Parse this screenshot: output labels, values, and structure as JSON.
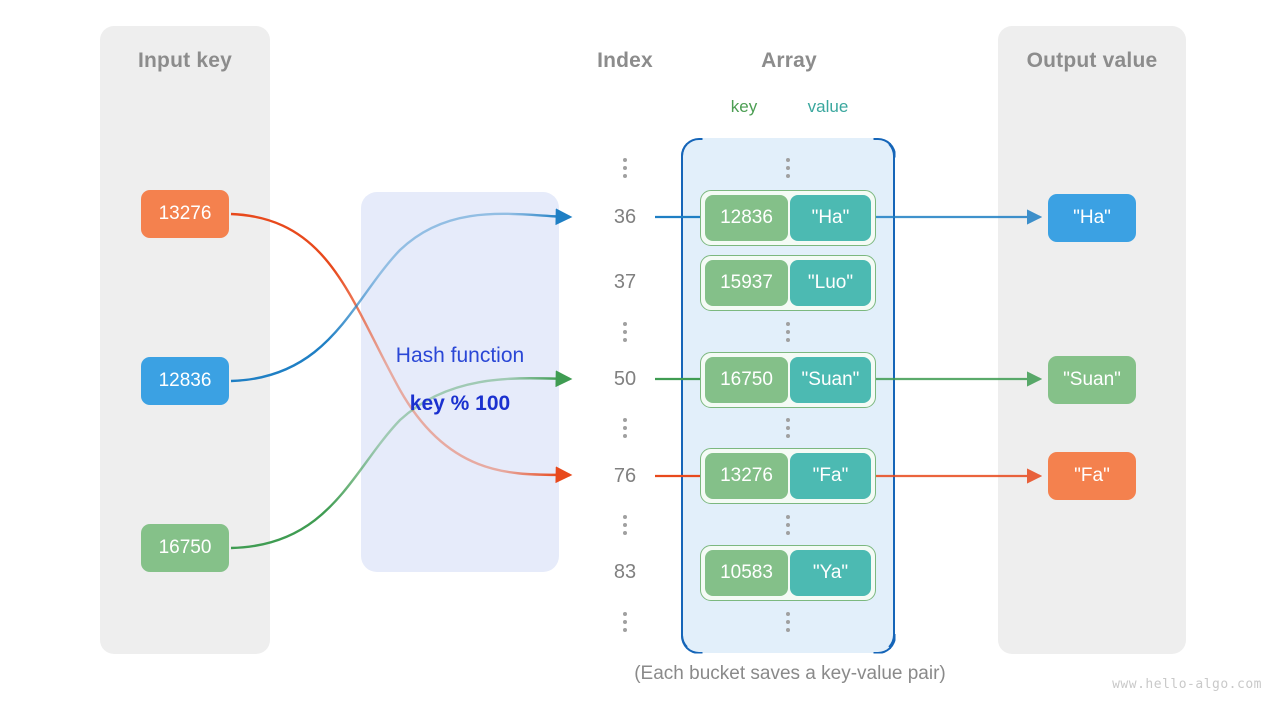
{
  "columns": {
    "input_title": "Input key",
    "index_title": "Index",
    "array_title": "Array",
    "output_title": "Output value",
    "key_label": "key",
    "value_label": "value"
  },
  "hash": {
    "name": "Hash function",
    "formula": "key % 100"
  },
  "input_keys": [
    {
      "text": "13276",
      "color": "#f4814e"
    },
    {
      "text": "12836",
      "color": "#3ba1e3"
    },
    {
      "text": "16750",
      "color": "#85c189"
    }
  ],
  "indices": [
    {
      "text": "⋮"
    },
    {
      "text": "36"
    },
    {
      "text": "37"
    },
    {
      "text": "⋮"
    },
    {
      "text": "50"
    },
    {
      "text": "⋮"
    },
    {
      "text": "76"
    },
    {
      "text": "⋮"
    },
    {
      "text": "83"
    },
    {
      "text": "⋮"
    }
  ],
  "buckets": [
    {
      "index": "36",
      "key": "12836",
      "value": "\"Ha\""
    },
    {
      "index": "37",
      "key": "15937",
      "value": "\"Luo\""
    },
    {
      "index": "50",
      "key": "16750",
      "value": "\"Suan\""
    },
    {
      "index": "76",
      "key": "13276",
      "value": "\"Fa\""
    },
    {
      "index": "83",
      "key": "10583",
      "value": "\"Ya\""
    }
  ],
  "output_values": [
    {
      "text": "\"Ha\"",
      "color": "#3ba1e3"
    },
    {
      "text": "\"Suan\"",
      "color": "#85c189"
    },
    {
      "text": "\"Fa\"",
      "color": "#f4814e"
    }
  ],
  "footer": {
    "caption": "(Each bucket saves a key-value pair)",
    "watermark": "www.hello-algo.com"
  },
  "colors": {
    "panel_bg": "#eeeeee",
    "hash_bg": "#e6ebfa",
    "hash_text": "#2a47d6",
    "array_bg": "#e2effa",
    "array_border": "#1565b8",
    "bucket_key": "#84c089",
    "bucket_value": "#4cbab2",
    "wire_blue": "#1f7fc4",
    "wire_green": "#3f9c52",
    "wire_orange": "#e8491c",
    "title_gray": "#8c8c8c"
  }
}
